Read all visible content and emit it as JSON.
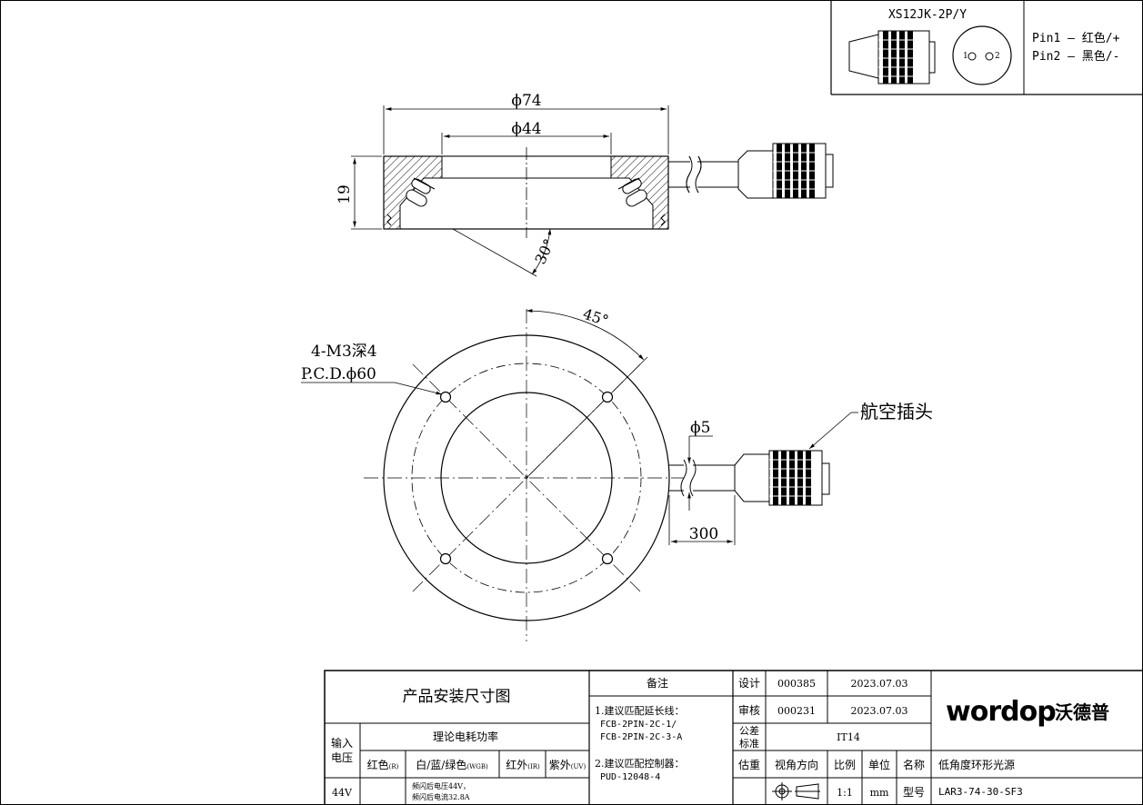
{
  "connector": {
    "title": "XS12JK-2P/Y",
    "pin1_num": "1",
    "pin2_num": "2",
    "pin1": "Pin1 — 红色/+",
    "pin2": "Pin2 — 黑色/-"
  },
  "side_view": {
    "dim_outer": "ϕ74",
    "dim_inner": "ϕ44",
    "dim_height": "19",
    "dim_angle": "30°"
  },
  "top_view": {
    "dim_angle": "45°",
    "hole_spec": "4-M3深4",
    "pcd": "P.C.D.ϕ60",
    "cable_dia": "ϕ5",
    "cable_len": "300",
    "plug_label": "航空插头"
  },
  "title_block": {
    "doc_title": "产品安装尺寸图",
    "input_voltage": "输入\n电压",
    "input_voltage_l1": "输入",
    "input_voltage_l2": "电压",
    "power_header": "理论电耗功率",
    "col_red": "红色",
    "col_red_sub": "(R)",
    "col_wgb": "白/蓝/绿色",
    "col_wgb_sub": "(WGB)",
    "col_ir": "红外",
    "col_ir_sub": "(IR)",
    "col_uv": "紫外",
    "col_uv_sub": "(UV)",
    "voltage": "44V",
    "flash_note_1": "频闪后电压44V，",
    "flash_note_2": "频闪后电流32.8A",
    "notes_header": "备注",
    "note_1": "1.建议匹配延长线：",
    "note_1_a": "FCB-2PIN-2C-1/",
    "note_1_b": "FCB-2PIN-2C-3-A",
    "note_2": "2.建议匹配控制器：",
    "note_2_a": "PUD-12048-4",
    "design_label": "设计",
    "design_code": "000385",
    "design_date": "2023.07.03",
    "review_label": "审核",
    "review_code": "000231",
    "review_date": "2023.07.03",
    "tolerance_label_1": "公差",
    "tolerance_label_2": "标准",
    "tolerance_value": "IT14",
    "weight_label": "估重",
    "view_dir_label": "视角方向",
    "scale_label": "比例",
    "unit_label": "单位",
    "name_label": "名称",
    "name_value": "低角度环形光源",
    "scale_value": "1:1",
    "unit_value": "mm",
    "model_label": "型号",
    "model_value": "LAR3-74-30-SF3",
    "logo_text": "wordop",
    "logo_cn": "沃德普"
  }
}
